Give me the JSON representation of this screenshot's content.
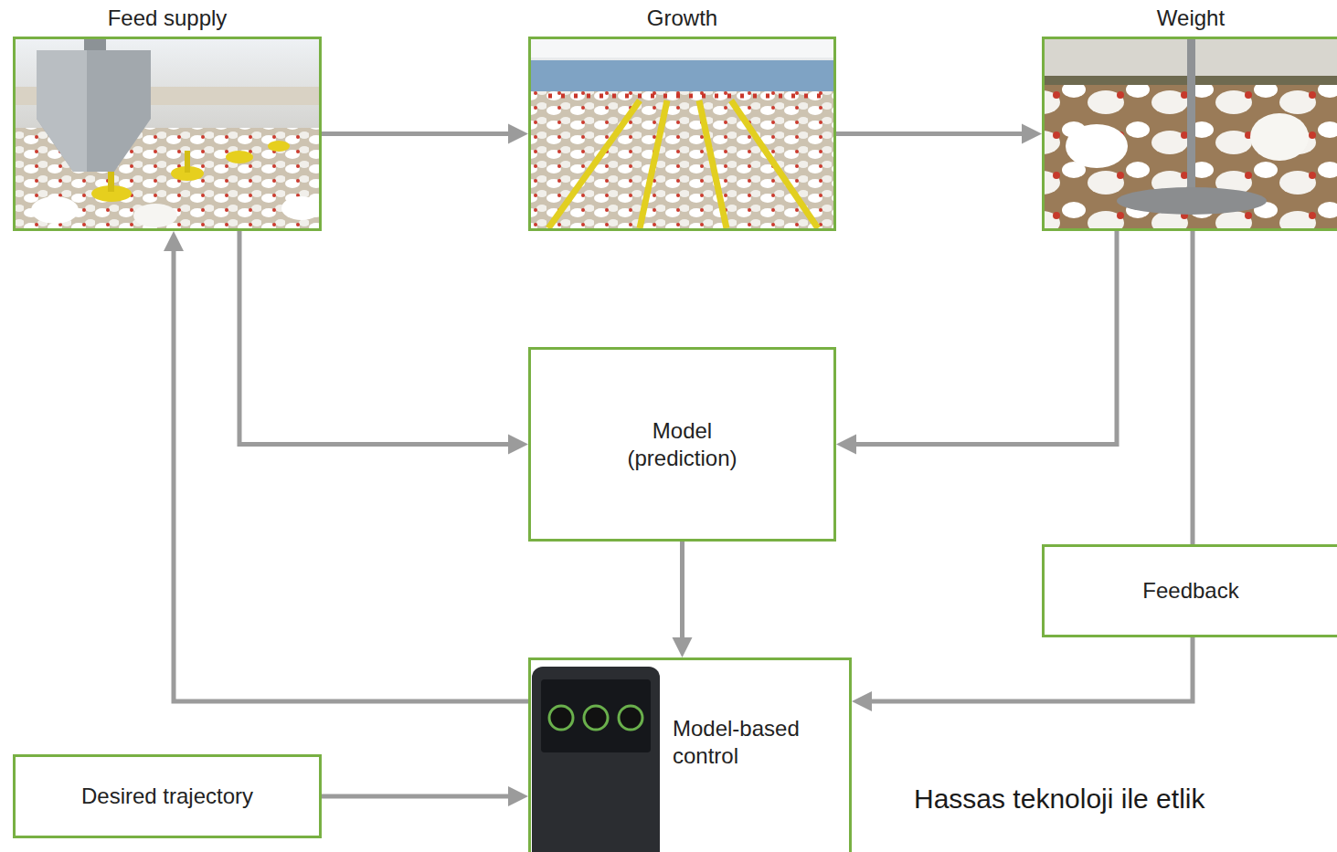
{
  "diagram": {
    "nodes": [
      {
        "text": [
          "Feed supply"
        ]
      },
      {
        "text": [
          "Growth"
        ]
      },
      {
        "text": [
          "Weight"
        ]
      },
      {
        "text": [
          "Model (prediction)"
        ]
      },
      {
        "text": [
          "Feedback"
        ]
      },
      {
        "text": [
          "Model-based control"
        ]
      },
      {
        "text": [
          "Desired trajectory"
        ]
      }
    ],
    "edges": [
      {
        "from": 0,
        "to": 1,
        "arrow": "to"
      },
      {
        "from": 1,
        "to": 2,
        "arrow": "to"
      },
      {
        "from": 0,
        "to": 3,
        "arrow": "to"
      },
      {
        "from": 2,
        "to": 3,
        "arrow": "to"
      },
      {
        "from": 3,
        "to": 5,
        "arrow": "to"
      },
      {
        "from": 2,
        "to": 4,
        "arrow": "none"
      },
      {
        "from": 4,
        "to": 5,
        "arrow": "to"
      },
      {
        "from": 5,
        "to": 0,
        "arrow": "to"
      },
      {
        "from": 6,
        "to": 5,
        "arrow": "to"
      }
    ],
    "labels": [
      "Hassas teknoloji ile etlik"
    ]
  }
}
